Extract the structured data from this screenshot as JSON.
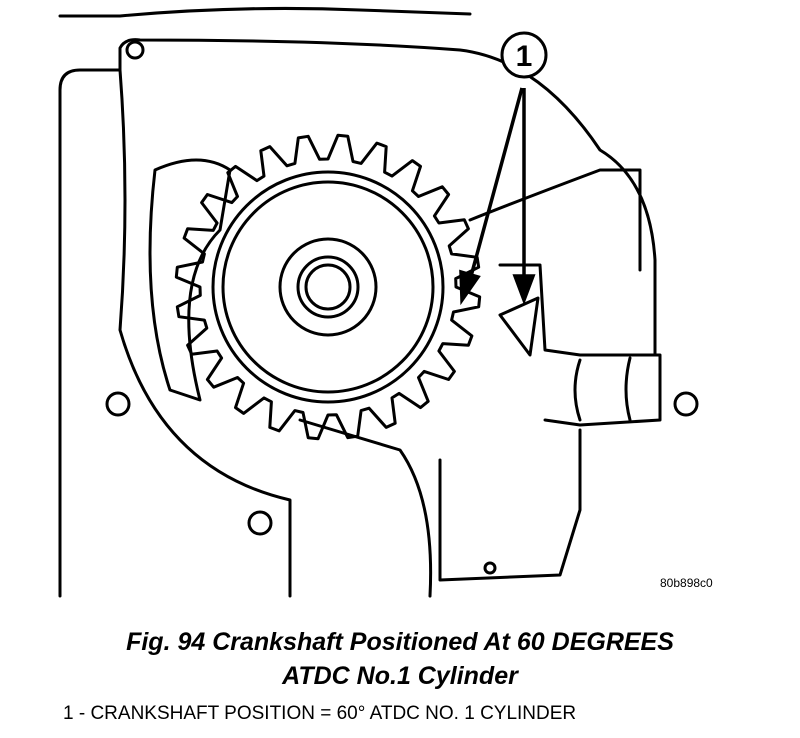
{
  "callout": {
    "number": "1"
  },
  "figure_ref": "80b898c0",
  "caption": {
    "line1": "Fig. 94 Crankshaft Positioned At 60 DEGREES",
    "line2": "ATDC No.1 Cylinder"
  },
  "legend": [
    {
      "text": "1 - CRANKSHAFT POSITION = 60° ATDC NO. 1 CYLINDER"
    }
  ]
}
